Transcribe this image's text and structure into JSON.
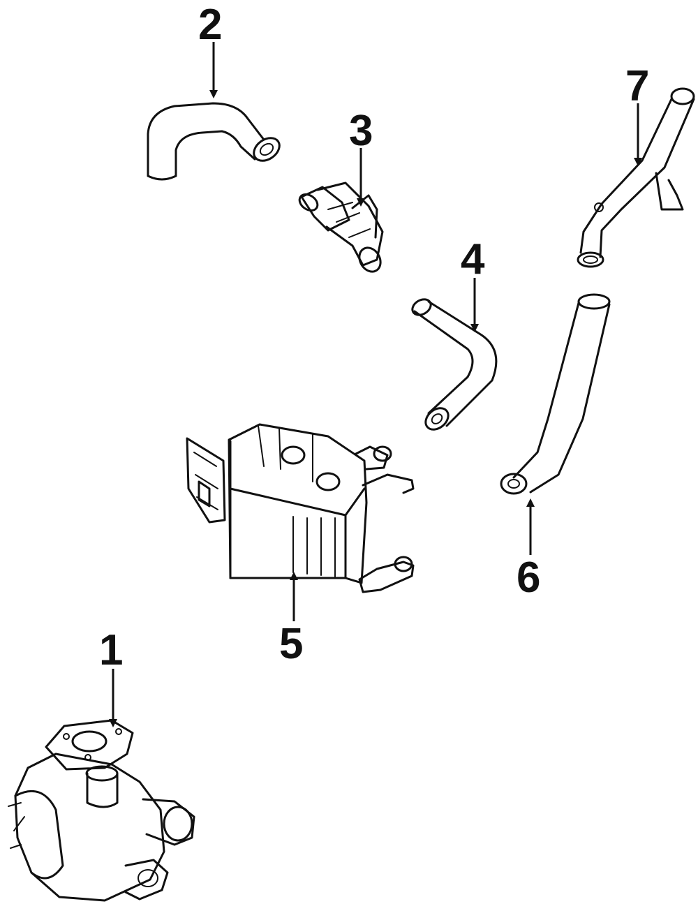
{
  "callouts": {
    "c1": "1",
    "c2": "2",
    "c3": "3",
    "c4": "4",
    "c5": "5",
    "c6": "6",
    "c7": "7"
  },
  "colors": {
    "ink": "#111111",
    "paper": "#ffffff"
  }
}
